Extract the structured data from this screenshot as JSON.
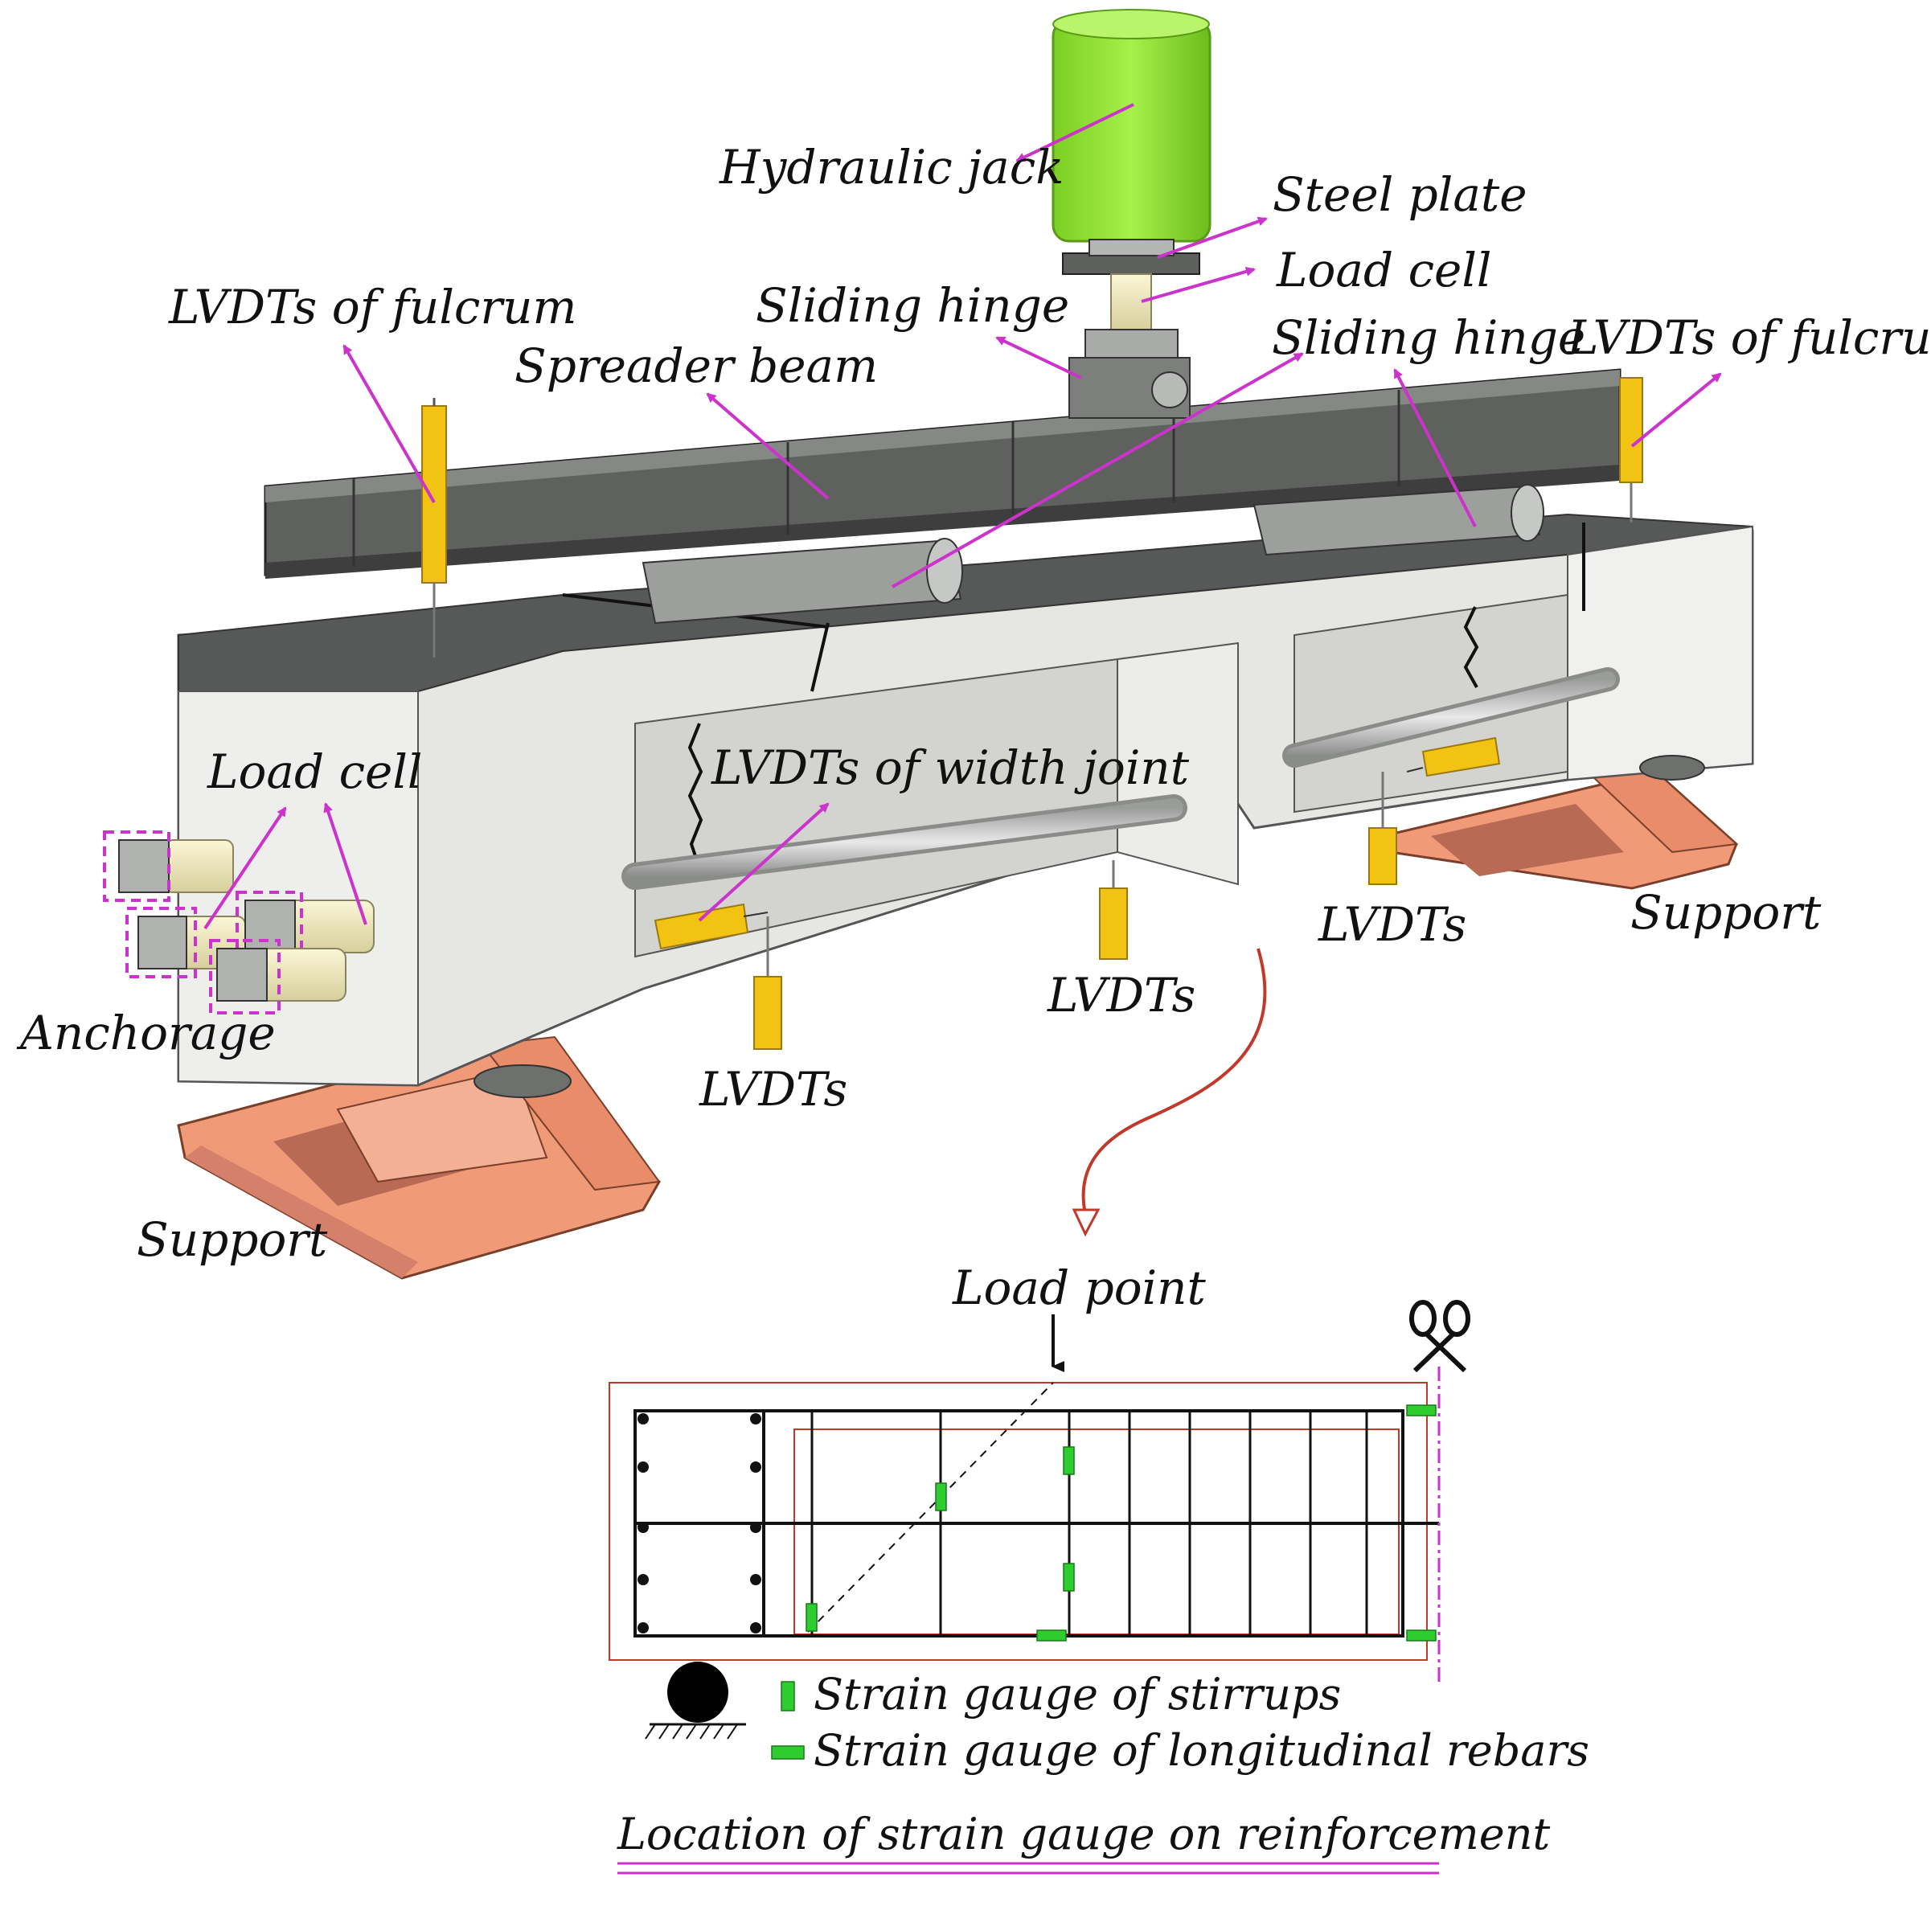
{
  "labels": {
    "hydraulic_jack": "Hydraulic jack",
    "steel_plate": "Steel plate",
    "load_cell_top": "Load cell",
    "sliding_hinge_top": "Sliding hinge",
    "sliding_hinge_right": "Sliding hinge",
    "spreader_beam": "Spreader beam",
    "lvdts_fulcrum_left": "LVDTs of fulcrum",
    "lvdts_fulcrum_right": "LVDTs of fulcrum",
    "load_cell_left": "Load cell",
    "lvdts_width_joint": "LVDTs of width joint",
    "anchorage": "Anchorage",
    "lvdts_a": "LVDTs",
    "lvdts_b": "LVDTs",
    "lvdts_c": "LVDTs",
    "support_left": "Support",
    "support_right": "Support",
    "load_point": "Load point"
  },
  "legend": {
    "stirrups": "Strain gauge of stirrups",
    "longitudinal": "Strain gauge of longitudinal rebars"
  },
  "caption": "Location of strain gauge on reinforcement",
  "colors": {
    "jack": "#8be42a",
    "annotation": "#cc33cc",
    "lvdt": "#f2c313",
    "support": "#f09a78",
    "concrete": "#e4e4e2",
    "steel": "#6e706e",
    "gauge": "#2ecc2e",
    "redline": "#c0392b"
  },
  "icons": [
    "scissors-icon",
    "roller-support-icon",
    "load-arrow-icon"
  ]
}
